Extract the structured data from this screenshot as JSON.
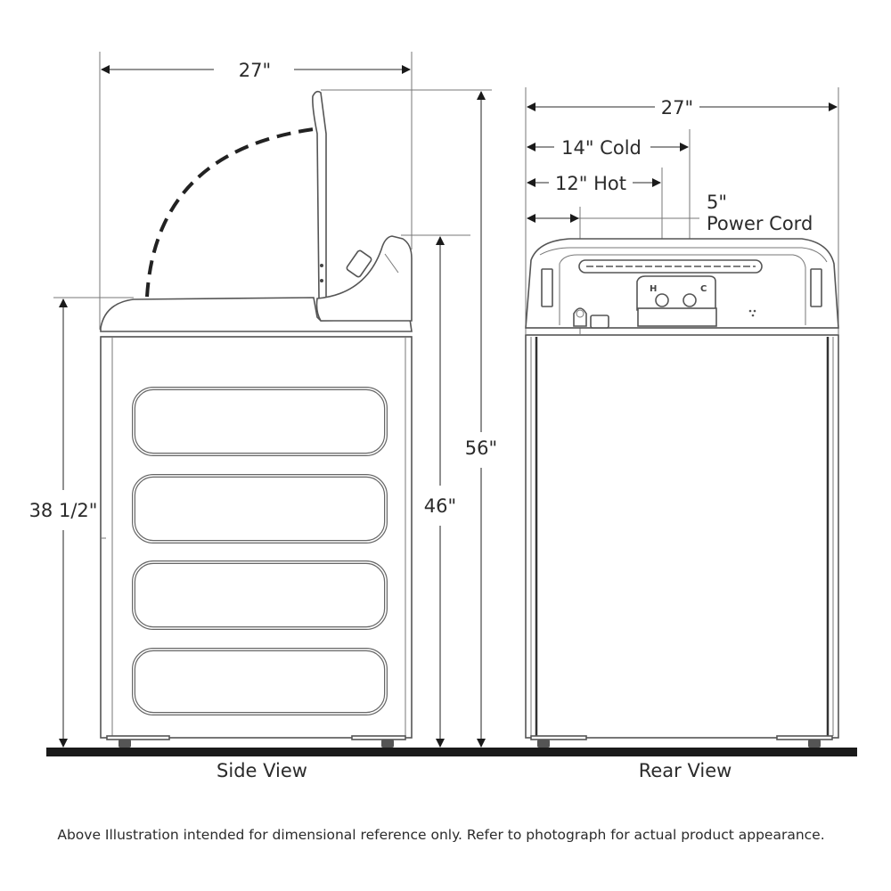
{
  "side_view": {
    "caption": "Side View",
    "width_label": "27\"",
    "lid_open_height_label": "56\"",
    "control_height_label": "46\"",
    "lid_height_label": "38 1/2\""
  },
  "rear_view": {
    "caption": "Rear View",
    "width_label": "27\"",
    "cold_label": "14\" Cold",
    "hot_label": "12\" Hot",
    "power_cord_value": "5\"",
    "power_cord_label": "Power Cord",
    "hot_marker": "H",
    "cold_marker": "C"
  },
  "footnote": "Above Illustration intended for dimensional reference only. Refer to photograph for actual product appearance.",
  "colors": {
    "line": "#555555",
    "text": "#2b2b2b",
    "floor": "#1a1a1a"
  }
}
